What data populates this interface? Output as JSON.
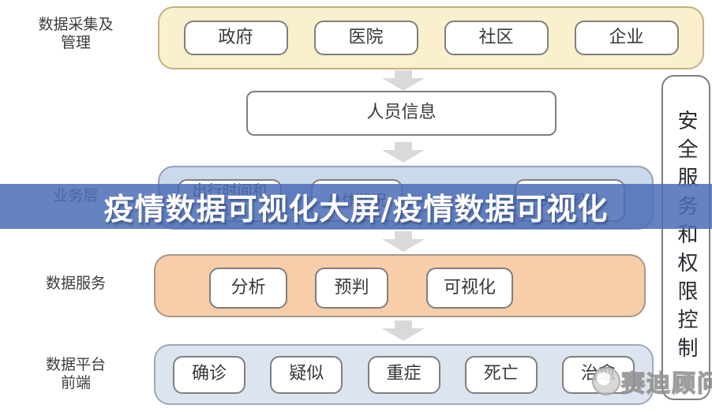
{
  "title_banner": {
    "text": "疫情数据可视化大屏/疫情数据可视化"
  },
  "left_labels": {
    "layer1": "数据采集及\n管理",
    "layer2": "业务层",
    "layer3": "数据服务",
    "layer4": "数据平台\n前端"
  },
  "collection_row": {
    "items": [
      "政府",
      "医院",
      "社区",
      "企业"
    ]
  },
  "person_info_box": {
    "label": "人员信息"
  },
  "business_row": {
    "items": [
      "出行时间和\n轨迹",
      "身体状况",
      "关系图谱"
    ]
  },
  "service_row": {
    "items": [
      "分析",
      "预判",
      "可视化"
    ]
  },
  "frontend_row": {
    "items": [
      "确诊",
      "疑似",
      "重症",
      "死亡",
      "治愈"
    ]
  },
  "security_column": {
    "text": "安全服务和权限控制"
  },
  "watermark": {
    "text": "赛迪顾问"
  },
  "colors": {
    "banner_blue": "#4B6CB6",
    "collection_fill": "#FBF0CD",
    "business_fill": "#CBD9ED",
    "service_fill": "#F8CDA9",
    "frontend_fill": "#DCE4F0",
    "node_border": "#7F7F7F",
    "arrow_gray": "#D9D9D9"
  }
}
